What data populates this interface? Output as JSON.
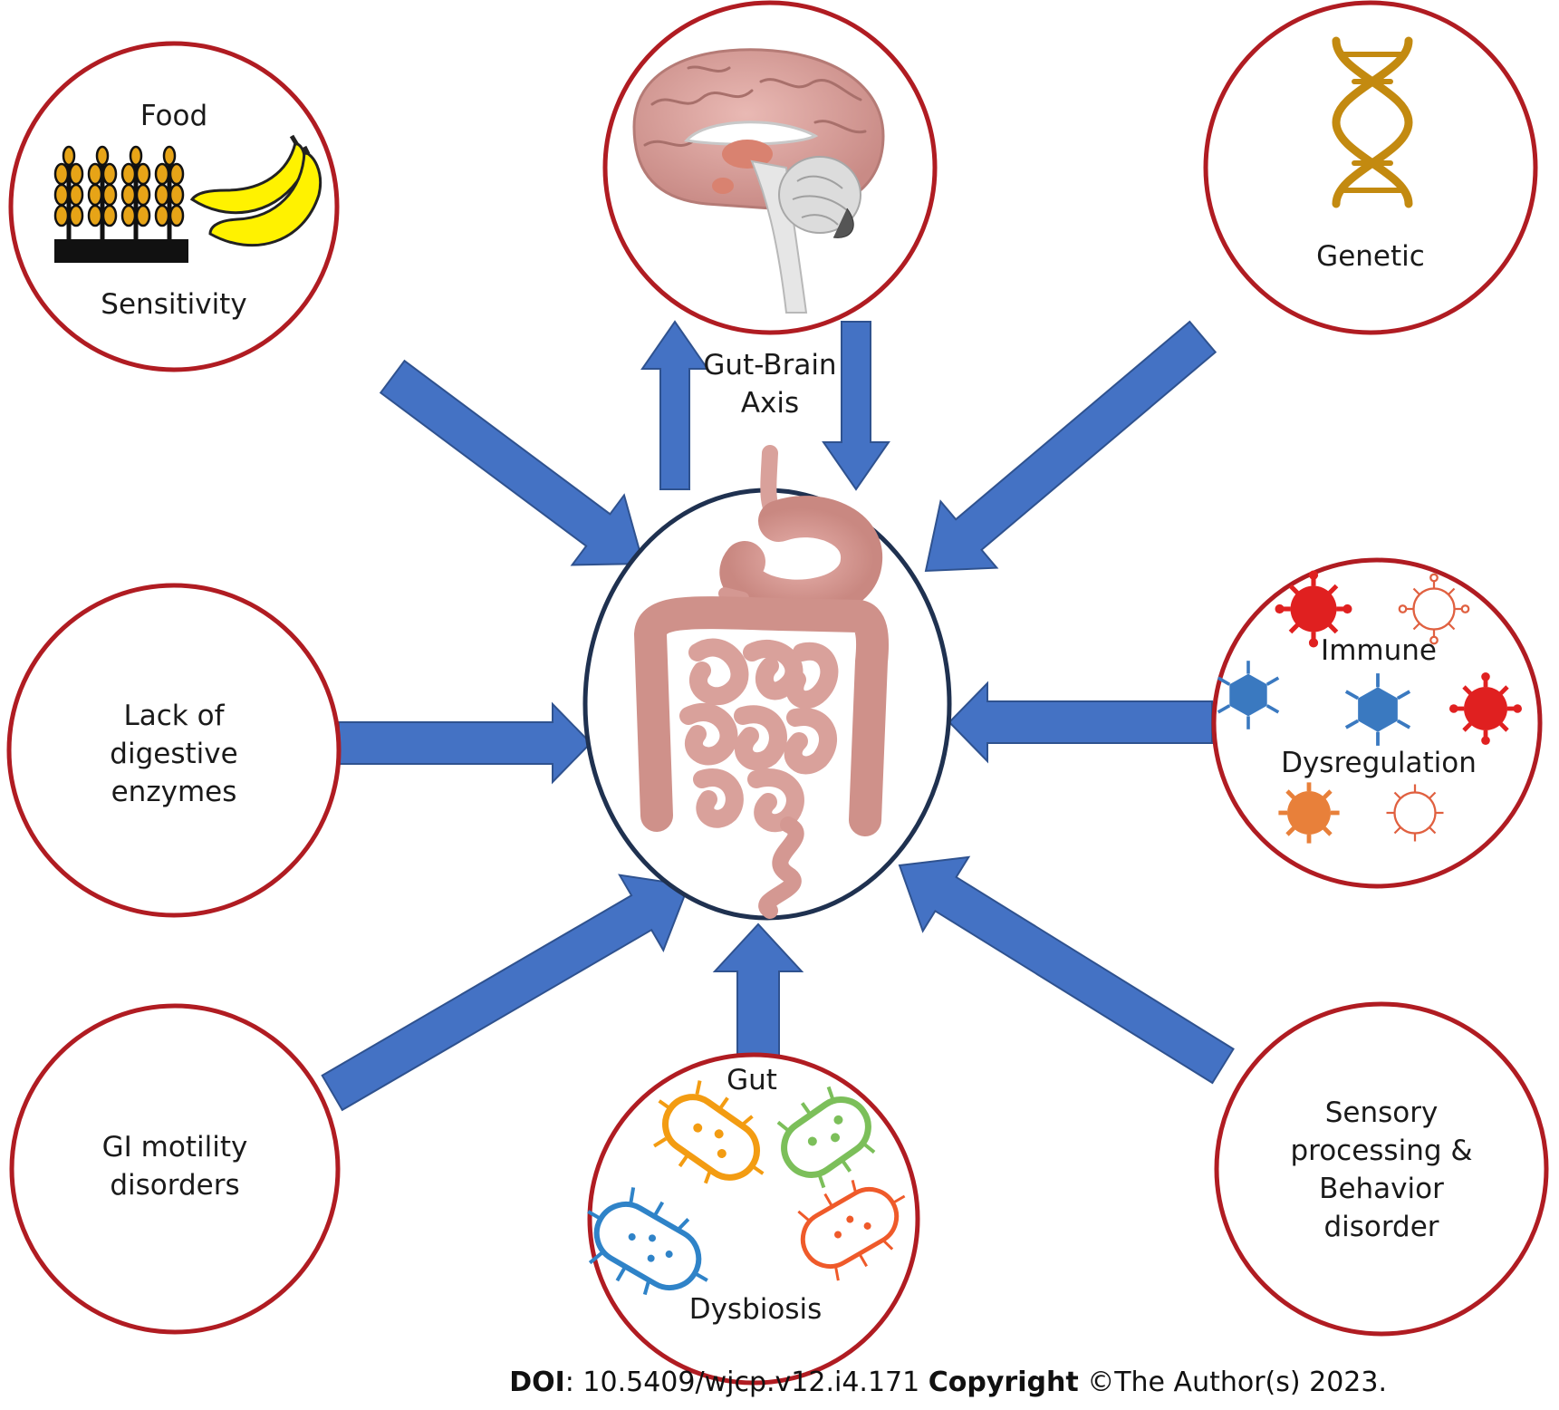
{
  "nodes": {
    "food_sensitivity": {
      "line1": "Food",
      "line2": "Sensitivity"
    },
    "gut_brain": {
      "line1": "Gut-Brain",
      "line2": "Axis"
    },
    "genetic": {
      "label": "Genetic"
    },
    "lack_enzymes": {
      "line1": "Lack of",
      "line2": "digestive",
      "line3": "enzymes"
    },
    "immune": {
      "line1": "Immune",
      "line2": "Dysregulation"
    },
    "gi_motility": {
      "line1": "GI motility",
      "line2": "disorders"
    },
    "gut_dysbiosis": {
      "line1": "Gut",
      "line2": "Dysbiosis"
    },
    "sensory": {
      "line1": "Sensory",
      "line2": "processing &",
      "line3": "Behavior",
      "line4": "disorder"
    }
  },
  "footer": {
    "doi_label": "DOI",
    "doi_value": ": 10.5409/wjcp.v12.i4.171",
    "copyright_label": "Copyright",
    "copyright_text": " ©The Author(s) 2023."
  },
  "colors": {
    "circle_border": "#b01c22",
    "center_border": "#1f3150",
    "arrow": "#4472c4",
    "arrow_edge": "#2f528f"
  }
}
